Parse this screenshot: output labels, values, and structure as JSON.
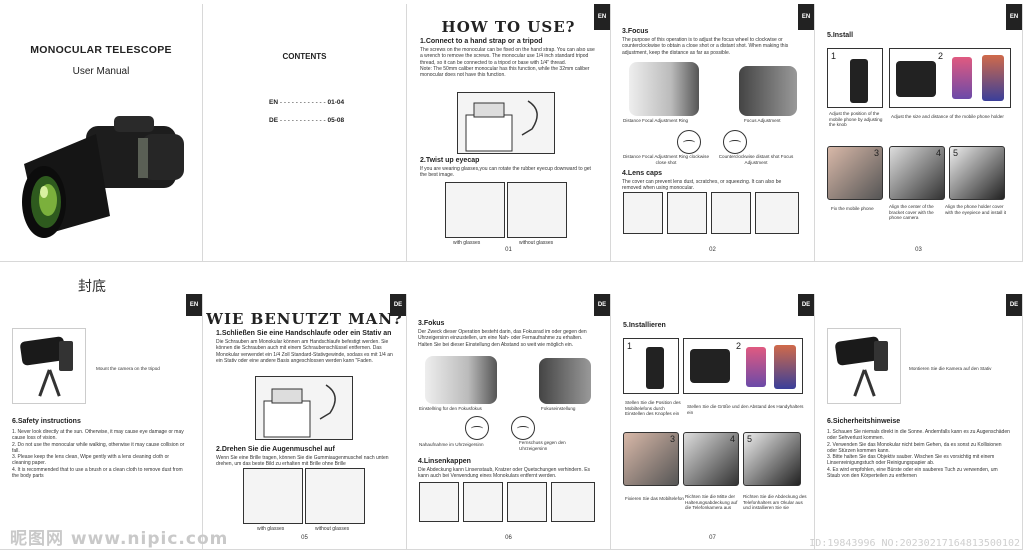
{
  "cover": {
    "title": "MONOCULAR TELESCOPE",
    "subtitle": "User Manual"
  },
  "contents": {
    "heading": "CONTENTS",
    "rows": [
      {
        "lang": "EN",
        "dots": "- - - - - - - - - - - -",
        "pages": "01-04"
      },
      {
        "lang": "DE",
        "dots": "- - - - - - - - - - - -",
        "pages": "05-08"
      }
    ]
  },
  "page01": {
    "tag": "EN",
    "title": "HOW TO USE?",
    "s1_title": "1.Connect to a hand strap or a tripod",
    "s1_text": "The screws on the monocular can be fixed on the hand strap. You can also use a wrench to remove the screws. The monocular use 1/4 inch standard tripod thread, so it can be connected to a tripod or base with 1/4\" thread.",
    "s1_note": "Note: The 50mm caliber monocular has this function, while the 32mm caliber monocular does not have this function.",
    "s2_title": "2.Twist up eyecap",
    "s2_text": "If you are wearing glasses,you can rotate the rubber eyecup downward to get the best image.",
    "cap_a": "with glasses",
    "cap_b": "without glasses",
    "num": "01"
  },
  "page02": {
    "tag": "EN",
    "s3_title": "3.Focus",
    "s3_text": "The purpose of this operation is to adjust the focus wheel to clockwise or counterclockwise to obtain a close shot or a distant shot. When making this adjustment, keep the distance as far as possible.",
    "lbl_ring": "Distance Focal Adjustment Ring",
    "lbl_focus": "Focus Adjustment",
    "lbl_close": "Distance Focal Adjustment Ring clockwise close shot",
    "lbl_distant": "Counterclockwise distant shot Focus Adjustment",
    "s4_title": "4.Lens caps",
    "s4_text": "The cover can prevent lens dust, scratches, or squeezing. It can also be removed when using monocular.",
    "num": "02"
  },
  "page03": {
    "tag": "EN",
    "s5_title": "5.Install",
    "n1": "1",
    "n2": "2",
    "n3": "3",
    "n4": "4",
    "n5": "5",
    "c1": "Adjust the position of the mobile phone by adjusting the knob",
    "c2": "Adjust the size and distance of the mobile phone holder",
    "c3": "Fix the mobile phone",
    "c4": "Align the center of the bracket cover with the phone camera",
    "c5": "Align the phone holder cover with the eyepiece and install it",
    "num": "03"
  },
  "back": {
    "label": "封底"
  },
  "page04": {
    "tag": "EN",
    "tripod_cap": "Mount the camera on the tripod",
    "s6_title": "6.Safety instructions",
    "items": [
      "1. Never look directly at the sun. Otherwise, it may cause eye damage or may cause loss of vision.",
      "2. Do not use the monocular while walking, otherwise it may cause collision or fall.",
      "3. Please keep the lens clean, Wipe gently with a lens cleaning cloth or cleaning paper.",
      "4. It is recommended that to use a brush or a clean cloth to remove dust from the body parts"
    ]
  },
  "page05": {
    "tag": "DE",
    "title": "WIE BENUTZT MAN?",
    "s1_title": "1.Schließen Sie eine Handschlaufe oder ein Stativ an",
    "s1_text": "Die Schrauben am Monokular können am Handschlaufe befestigt werden. Sie können die Schrauben auch mit einem Schraubenschlüssel entfernen. Das Monokular verwendet ein 1/4 Zoll Standard-Stativgewinde, sodass es mit 1/4 an ein Stativ oder eine andere Basis angeschlossen werden kann \"Faden.",
    "s2_title": "2.Drehen Sie die Augenmuschel auf",
    "s2_text": "Wenn Sie eine Brille tragen, können Sie die Gummiaugenmuschel nach unten drehen, um das beste Bild zu erhalten mit Brille ohne Brille",
    "cap_a": "with glasses",
    "cap_b": "without glasses",
    "num": "05"
  },
  "page06": {
    "tag": "DE",
    "s3_title": "3.Fokus",
    "s3_text": "Der Zweck dieser Operation besteht darin, das Fokusrad im oder gegen den Uhrzeigersinn einzustellen, um eine Nah- oder Fernaufnahme zu erhalten. Halten Sie bei dieser Einstellung den Abstand so weit wie möglich ein.",
    "lbl_ring": "Einstellring für den Fokusfokus",
    "lbl_focus": "Fokuseinstellung",
    "lbl_close": "Nahaufnahme im Uhrzeigersinn",
    "lbl_distant": "Fernschuss gegen den Uhrzeigersinn",
    "s4_title": "4.Linsenkappen",
    "s4_text": "Die Abdeckung kann Linsenstaub, Kratzer oder Quetschungen verhindern. Es kann auch bei Verwendung eines Monokulars entfernt werden.",
    "num": "06"
  },
  "page07": {
    "tag": "DE",
    "s5_title": "5.Installieren",
    "n1": "1",
    "n2": "2",
    "n3": "3",
    "n4": "4",
    "n5": "5",
    "c1": "Stellen Sie die Position des Mobiltelefons durch Einstellen des Knopfes ein",
    "c2": "Stellen Sie die Größe und den Abstand des Handyhalters ein",
    "c3": "Fixieren Sie das Mobiltelefon",
    "c4": "Richten Sie die Mitte der Halterungsabdeckung auf die Telefonkamera aus",
    "c5": "Richten Sie die Abdeckung des Telefonhalters am Okular aus und installieren Sie sie",
    "num": "07"
  },
  "page08": {
    "tag": "DE",
    "tripod_cap": "Montieren Sie die Kamera auf den Stativ",
    "s6_title": "6.Sicherheitshinweise",
    "items": [
      "1. Schauen Sie niemals direkt in die Sonne. Andernfalls kann es zu Augenschäden oder Sehverlust kommen.",
      "2. Verwenden Sie das Monokular nicht beim Gehen, da es sonst zu Kollisionen oder Stürzen kommen kann.",
      "3. Bitte halten Sie das Objektiv sauber. Wischen Sie es vorsichtig mit einem Linsenreinigungstuch oder Reinigungspapier ab.",
      "4. Es wird empfohlen, eine Bürste oder ein sauberes Tuch zu verwenden, um Staub von den Körperteilen zu entfernen"
    ]
  },
  "watermark": {
    "left": "昵图网 www.nipic.com",
    "right": "ID:19843996 NO:20230217164813500102"
  }
}
